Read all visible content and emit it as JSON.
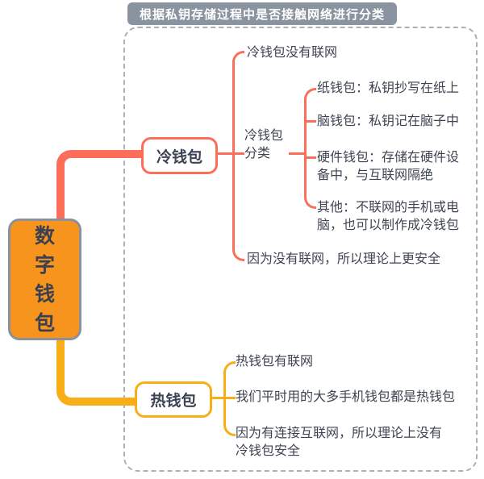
{
  "banner": {
    "label": "根据私钥存储过程中是否接触网络进行分类"
  },
  "root": {
    "label": "数字钱包"
  },
  "cold": {
    "label": "冷钱包",
    "children": [
      {
        "label": "冷钱包没有联网"
      },
      {
        "label": "冷钱包分类",
        "children": [
          {
            "label": "纸钱包：私钥抄写在纸上"
          },
          {
            "label": "脑钱包：私钥记在脑子中"
          },
          {
            "label": "硬件钱包：存储在硬件设备中，与互联网隔绝"
          },
          {
            "label": "其他：不联网的手机或电脑，也可以制作成冷钱包"
          }
        ]
      },
      {
        "label": "因为没有联网，所以理论上更安全"
      }
    ]
  },
  "hot": {
    "label": "热钱包",
    "children": [
      {
        "label": "热钱包有联网"
      },
      {
        "label": "我们平时用的大多手机钱包都是热钱包"
      },
      {
        "label": "因为有连接互联网，所以理论上没有冷钱包安全"
      }
    ]
  },
  "colors": {
    "cold_branch": "#fa6e5a",
    "hot_branch": "#f7ae17",
    "root_fill": "#f7941e",
    "root_border": "#8a909d",
    "banner_bg": "#8a93a0",
    "frame_dash": "#abb1bb",
    "text": "#3e4451"
  }
}
